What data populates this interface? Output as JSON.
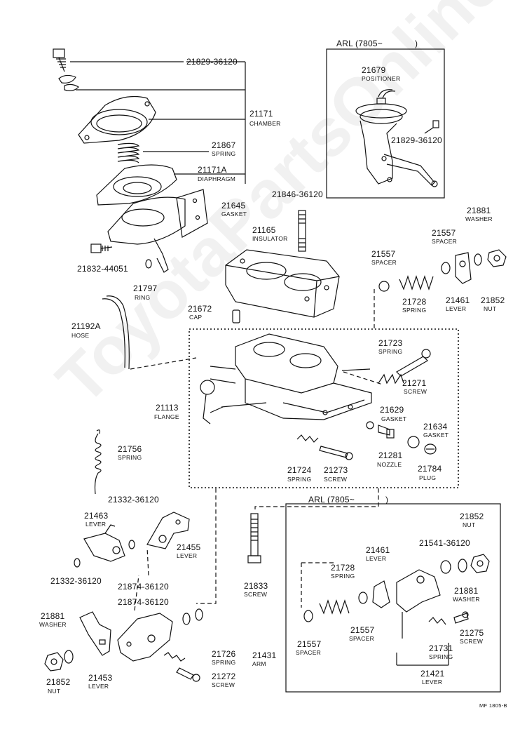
{
  "watermark": "ToyotaPartsOnline.ru",
  "figure_code": "MF 1805-B",
  "inset_top": {
    "title": "ARL (7805~",
    "close": ")"
  },
  "inset_bottom": {
    "title": "ARL (7805~",
    "close": ")"
  },
  "labels": {
    "p21829a": "21829-36120",
    "p21171_no": "21171",
    "p21171_nm": "CHAMBER",
    "p21867_no": "21867",
    "p21867_nm": "SPRING",
    "p21171a_no": "21171A",
    "p21171a_nm": "DIAPHRAGM",
    "p21645_no": "21645",
    "p21645_nm": "GASKET",
    "p21832": "21832-44051",
    "p21797_no": "21797",
    "p21797_nm": "RING",
    "p21679_no": "21679",
    "p21679_nm": "POSITIONER",
    "p21829b": "21829-36120",
    "p21846": "21846-36120",
    "p21165_no": "21165",
    "p21165_nm": "INSULATOR",
    "p21881a_no": "21881",
    "p21881a_nm": "WASHER",
    "p21557a_no": "21557",
    "p21557a_nm": "SPACER",
    "p21557b_no": "21557",
    "p21557b_nm": "SPACER",
    "p21728a_no": "21728",
    "p21728a_nm": "SPRING",
    "p21461a_no": "21461",
    "p21461a_nm": "LEVER",
    "p21852a_no": "21852",
    "p21852a_nm": "NUT",
    "p21192a_no": "21192A",
    "p21192a_nm": "HOSE",
    "p21672_no": "21672",
    "p21672_nm": "CAP",
    "p21723_no": "21723",
    "p21723_nm": "SPRING",
    "p21271_no": "21271",
    "p21271_nm": "SCREW",
    "p21113_no": "21113",
    "p21113_nm": "FLANGE",
    "p21629_no": "21629",
    "p21629_nm": "GASKET",
    "p21634_no": "21634",
    "p21634_nm": "GASKET",
    "p21281_no": "21281",
    "p21281_nm": "NOZZLE",
    "p21784_no": "21784",
    "p21784_nm": "PLUG",
    "p21756_no": "21756",
    "p21756_nm": "SPRING",
    "p21724_no": "21724",
    "p21724_nm": "SPRING",
    "p21273_no": "21273",
    "p21273_nm": "SCREW",
    "p21332a": "21332-36120",
    "p21463_no": "21463",
    "p21463_nm": "LEVER",
    "p21455_no": "21455",
    "p21455_nm": "LEVER",
    "p21332b": "21332-36120",
    "p21874a": "21874-36120",
    "p21874b": "21874-36120",
    "p21881b_no": "21881",
    "p21881b_nm": "WASHER",
    "p21852b_no": "21852",
    "p21852b_nm": "NUT",
    "p21453_no": "21453",
    "p21453_nm": "LEVER",
    "p21726_no": "21726",
    "p21726_nm": "SPRING",
    "p21272_no": "21272",
    "p21272_nm": "SCREW",
    "p21431_no": "21431",
    "p21431_nm": "ARM",
    "p21833_no": "21833",
    "p21833_nm": "SCREW",
    "p21852c_no": "21852",
    "p21852c_nm": "NUT",
    "p21541": "21541-36120",
    "p21461b_no": "21461",
    "p21461b_nm": "LEVER",
    "p21728b_no": "21728",
    "p21728b_nm": "SPRING",
    "p21557c_no": "21557",
    "p21557c_nm": "SPACER",
    "p21557d_no": "21557",
    "p21557d_nm": "SPACER",
    "p21881c_no": "21881",
    "p21881c_nm": "WASHER",
    "p21275_no": "21275",
    "p21275_nm": "SCREW",
    "p21731_no": "21731",
    "p21731_nm": "SPRING",
    "p21421_no": "21421",
    "p21421_nm": "LEVER"
  }
}
